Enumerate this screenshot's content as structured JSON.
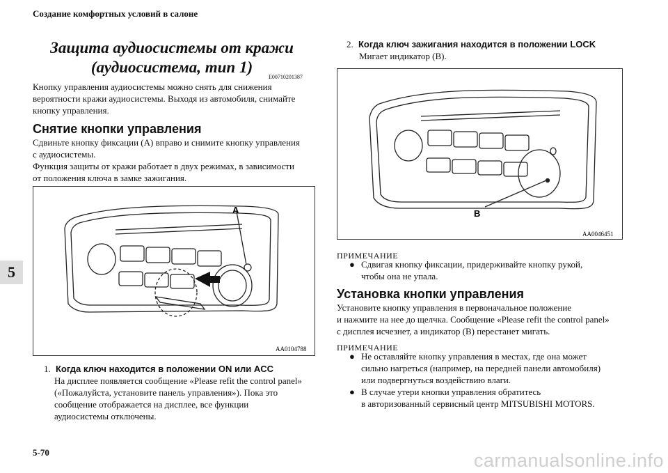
{
  "header": "Создание комфортных условий в салоне",
  "chapter": "5",
  "title_line1": "Защита аудиосистемы от кражи",
  "title_line2": "(аудиосистема, тип 1)",
  "code": "E00710201387",
  "intro": [
    "Кнопку управления аудиосистемы можно снять для снижения",
    "вероятности кражи аудиосистемы. Выходя из автомобиля, снимайте",
    "кнопку управления."
  ],
  "section1": {
    "heading": "Снятие кнопки управления",
    "lines": [
      "Сдвиньте кнопку фиксации (A) вправо и снимите кнопку управления",
      "с аудиосистемы.",
      "Функция защиты от кражи работает в двух режимах, в зависимости",
      "от положения ключа в замке зажигания."
    ]
  },
  "figure1": {
    "label_a": "A",
    "code": "AA0104788"
  },
  "step1": {
    "num": "1.",
    "title": "Когда ключ находится в положении ON или ACC",
    "lines": [
      "На дисплее появляется сообщение «Please refit the control panel»",
      "(«Пожалуйста, установите панель управления»). Пока это",
      "сообщение отображается на дисплее, все функции",
      "аудиосистемы отключены."
    ]
  },
  "step2": {
    "num": "2.",
    "title": "Когда ключ зажигания находится в положении LOCK",
    "line": "Мигает индикатор (B)."
  },
  "figure2": {
    "label_b": "B",
    "code": "AA0046451"
  },
  "note1": {
    "title": "ПРИМЕЧАНИЕ",
    "bullet_lines": [
      "Сдвигая кнопку фиксации, придерживайте кнопку рукой,",
      "чтобы она не упала."
    ]
  },
  "section2": {
    "heading": "Установка кнопки управления",
    "lines": [
      "Установите кнопку управления в первоначальное положение",
      "и нажмите на нее до щелчка. Сообщение «Please refit the control panel»",
      "с дисплея исчезнет, а индикатор (B) перестанет мигать."
    ]
  },
  "note2": {
    "title": "ПРИМЕЧАНИЕ",
    "bullets": [
      [
        "Не оставляйте кнопку управления в местах, где она может",
        "сильно нагреться (например, на передней панели автомобиля)",
        "или подвергнуться воздействию влаги."
      ],
      [
        "В случае утери кнопки управления обратитесь",
        "в авторизованный сервисный центр MITSUBISHI MOTORS."
      ]
    ]
  },
  "page_number": "5-70",
  "watermark": "carmanualsonline.info"
}
